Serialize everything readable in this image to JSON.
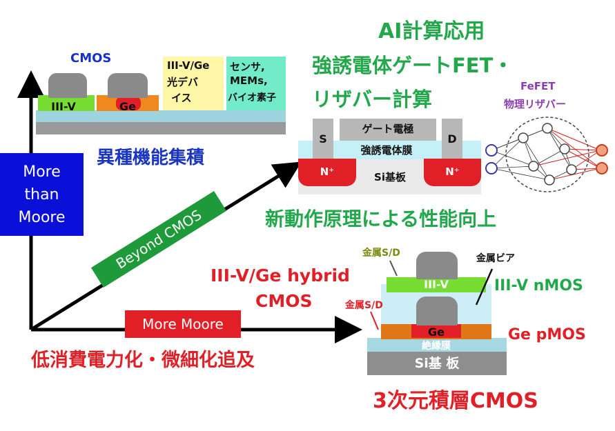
{
  "title_ai": "AI計算応用",
  "title_fefet_line1": "強誘電体ゲートFET・",
  "title_fefet_line2": "リザバー計算",
  "fefet_label_line1": "FeFET",
  "fefet_label_line2": "物理リザバー",
  "cmos_label": "CMOS",
  "chip_iiiv": "III-V",
  "chip_ge": "Ge",
  "box_iiiv_ge_line1": "III-V/Ge",
  "box_iiiv_ge_line2": "光デバ",
  "box_iiiv_ge_line3": "イス",
  "box_sensor_line1": "センサ,",
  "box_sensor_line2": "MEMs,",
  "box_sensor_line3": "バイオ素子",
  "hetero_integration": "異種機能集積",
  "gate_electrode": "ゲート電極",
  "ferro_film": "強誘電体膜",
  "source": "S",
  "drain": "D",
  "n_plus": "N⁺",
  "si_substrate": "Si基板",
  "new_principle": "新動作原理による性能向上",
  "more_than_moore": "More than Moore",
  "beyond_cmos": "Beyond CMOS",
  "more_moore": "More Moore",
  "hybrid_line1": "III-V/Ge hybrid",
  "hybrid_line2": "CMOS",
  "low_power": "低消費電力化・微細化追及",
  "metal_sd_top": "金属S/D",
  "metal_sd_bottom": "金属S/D",
  "metal_via": "金属ビア",
  "stack_iiiv": "III-V",
  "stack_ge": "Ge",
  "insulator": "絶縁膜",
  "si_base": "Si基 板",
  "iiiv_nmos": "III-V nMOS",
  "ge_pmos": "Ge pMOS",
  "stacked_cmos": "3次元積層CMOS",
  "colors": {
    "green": "#22a84a",
    "red": "#e01f26",
    "blue": "#0a10d8",
    "purple": "#8a3fb0",
    "beyond_box": "#1f9a3a"
  }
}
